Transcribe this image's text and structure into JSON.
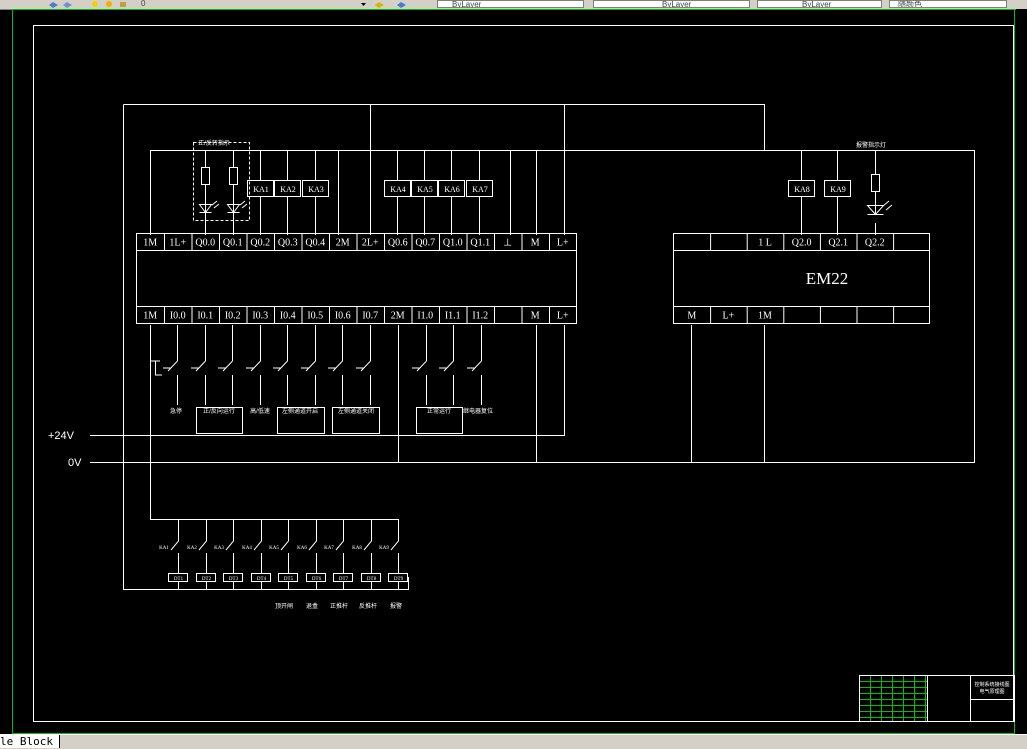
{
  "toolbar": {
    "layer_label": "0",
    "color_value": "ByLayer",
    "linetype_value": "ByLayer",
    "lineweight_value": "ByLayer",
    "plotstyle_value": "随颜色"
  },
  "plc": {
    "outputs": [
      "1M",
      "1L+",
      "Q0.0",
      "Q0.1",
      "Q0.2",
      "Q0.3",
      "Q0.4",
      "2M",
      "2L+",
      "Q0.6",
      "Q0.7",
      "Q1.0",
      "Q1.1",
      "⊥",
      "M",
      "L+"
    ],
    "inputs": [
      "1M",
      "I0.0",
      "I0.1",
      "I0.2",
      "I0.3",
      "I0.4",
      "I0.5",
      "I0.6",
      "I0.7",
      "2M",
      "I1.0",
      "I1.1",
      "I1.2",
      "",
      "M",
      "L+"
    ],
    "relays_left": [
      "KA1",
      "KA2",
      "KA3"
    ],
    "relays_mid": [
      "KA4",
      "KA5",
      "KA6",
      "KA7"
    ],
    "lamp_group_label": "正/反转指示"
  },
  "em": {
    "name": "EM22",
    "top_terminals": [
      "",
      "",
      "1 L",
      "Q2.0",
      "Q2.1",
      "Q2.2",
      ""
    ],
    "bottom_terminals": [
      "M",
      "L+",
      "1M",
      "",
      "",
      "",
      ""
    ],
    "relays": [
      "KA8",
      "KA9"
    ],
    "lamp_label": "报警指示灯"
  },
  "inputs_labels": {
    "i00": "急停",
    "i01": "正/反向运行",
    "i02": "高/低速",
    "i03": "左侧通道开启",
    "i04": "左侧通道关闭",
    "i05": "正常运行",
    "i06": "继电器复位"
  },
  "power": {
    "plus": "+24V",
    "zero": "0V"
  },
  "bottom_relays": [
    "KA1",
    "KA2",
    "KA3",
    "KA4",
    "KA5",
    "KA6",
    "KA7",
    "KA8",
    "KA9"
  ],
  "bottom_coils": [
    "DT1",
    "DT2",
    "DT3",
    "DT4",
    "DT5",
    "DT6",
    "DT7",
    "DT8",
    "DT9"
  ],
  "bottom_labels": [
    "顶开闸",
    "退盒",
    "正推杆",
    "反推杆",
    "报警"
  ],
  "title_block": {
    "title": "控制系统接线图",
    "subtitle": "电气原理图"
  },
  "status": {
    "tab_label": "le Block"
  }
}
